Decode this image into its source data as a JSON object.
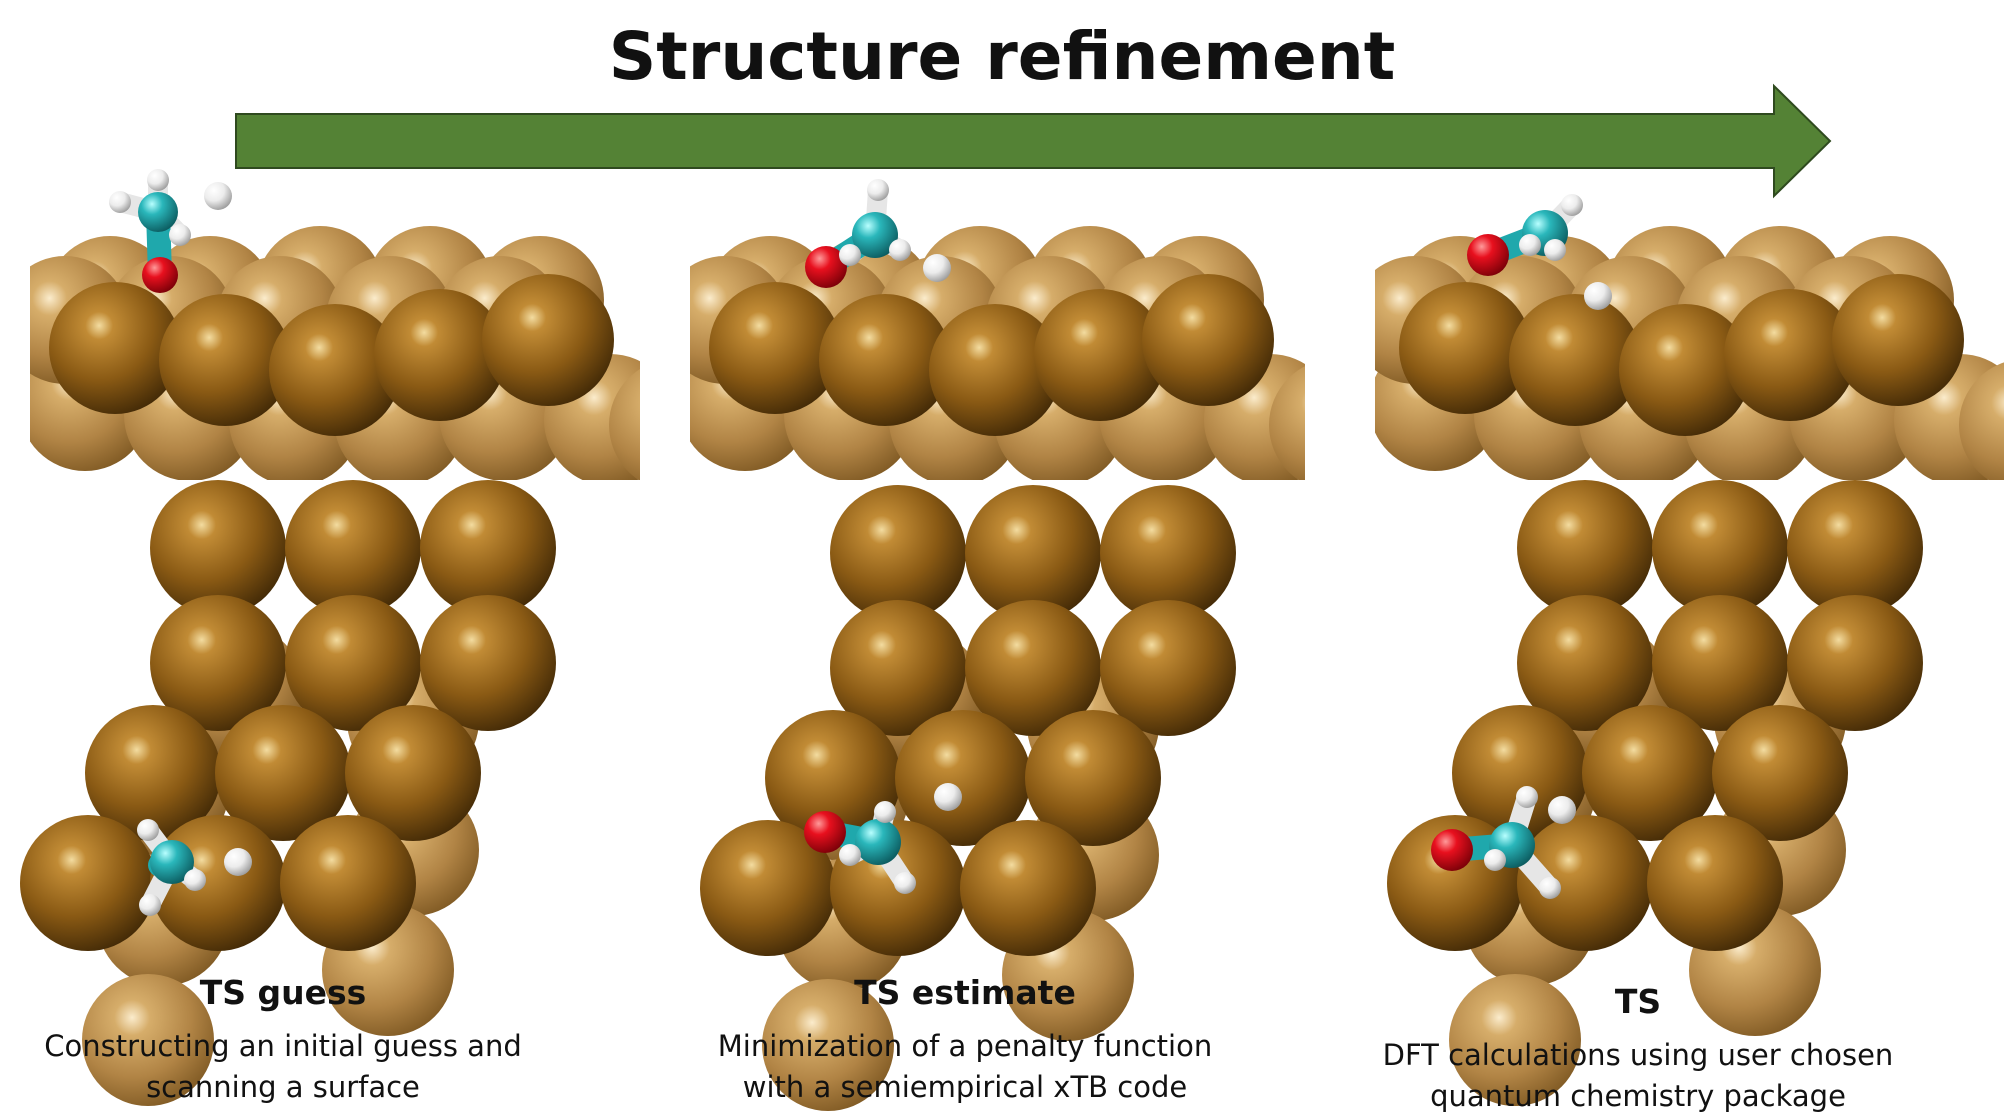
{
  "title": "Structure refinement",
  "colors": {
    "arrow": "#548235",
    "metal": "#8a5a14",
    "oxygen": "#e8101e",
    "carbon": "#2ab7bb",
    "hydrogen": "#f2f2f2"
  },
  "icons": {
    "direction": "right-arrow"
  },
  "steps": [
    {
      "title": "TS guess",
      "description": [
        "Constructing an initial guess and",
        "scanning a surface"
      ]
    },
    {
      "title": "TS estimate",
      "description": [
        "Minimization of a penalty function",
        "with a semiempirical xTB code"
      ]
    },
    {
      "title": "TS",
      "description": [
        "DFT calculations using user chosen",
        "quantum chemistry package"
      ]
    }
  ]
}
